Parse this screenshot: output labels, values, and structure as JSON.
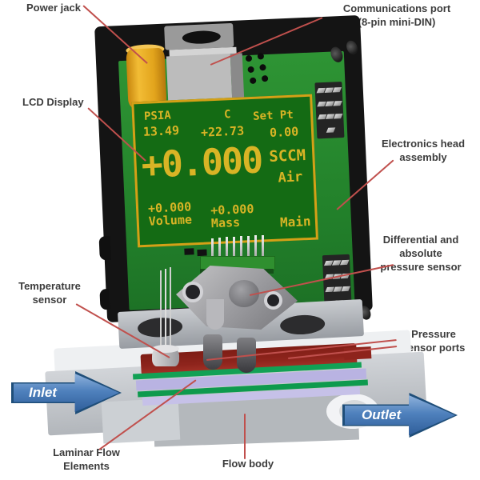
{
  "title": "Mass flow controller cutaway diagram",
  "labels": {
    "power_jack": "Power jack",
    "communications_port": [
      "Communications port",
      "(8-pin mini-DIN)"
    ],
    "lcd_display": "LCD Display",
    "electronics_head": [
      "Electronics head",
      "assembly"
    ],
    "differential_sensor": [
      "Differential and",
      "absolute",
      "pressure sensor"
    ],
    "temperature_sensor": [
      "Temperature",
      "sensor"
    ],
    "pressure_sensor_ports": [
      "Pressure",
      "sensor ports"
    ],
    "laminar_flow": [
      "Laminar Flow",
      "Elements"
    ],
    "flow_body": "Flow body",
    "inlet": "Inlet",
    "outlet": "Outlet"
  },
  "lcd": {
    "pressure_label": "PSIA",
    "pressure_value": "13.49",
    "temp_label": "C",
    "temp_value": "+22.73",
    "setpt_label": "Set Pt",
    "setpt_value": "0.00",
    "flow_value": "+0.000",
    "flow_unit": "SCCM",
    "gas": "Air",
    "volume_value": "+0.000",
    "volume_label": "Volume",
    "mass_value": "+0.000",
    "mass_label": "Mass",
    "menu_label": "Main"
  },
  "colors": {
    "label_text": "#3c3c3c",
    "leader_red": "#c0504d",
    "case_black": "#141414",
    "pcb_green": "#2e9434",
    "lcd_bg": "#146b14",
    "lcd_border": "#d4a017",
    "lcd_text": "#d8b425",
    "power_jack_gold": "#e2a41c",
    "arrow_blue": "#4f81bd",
    "arrow_border": "#1f4e79",
    "gasket_red": "#8e241c",
    "laminar_green": "#12a155",
    "laminar_lavender": "#b9b3e2"
  }
}
